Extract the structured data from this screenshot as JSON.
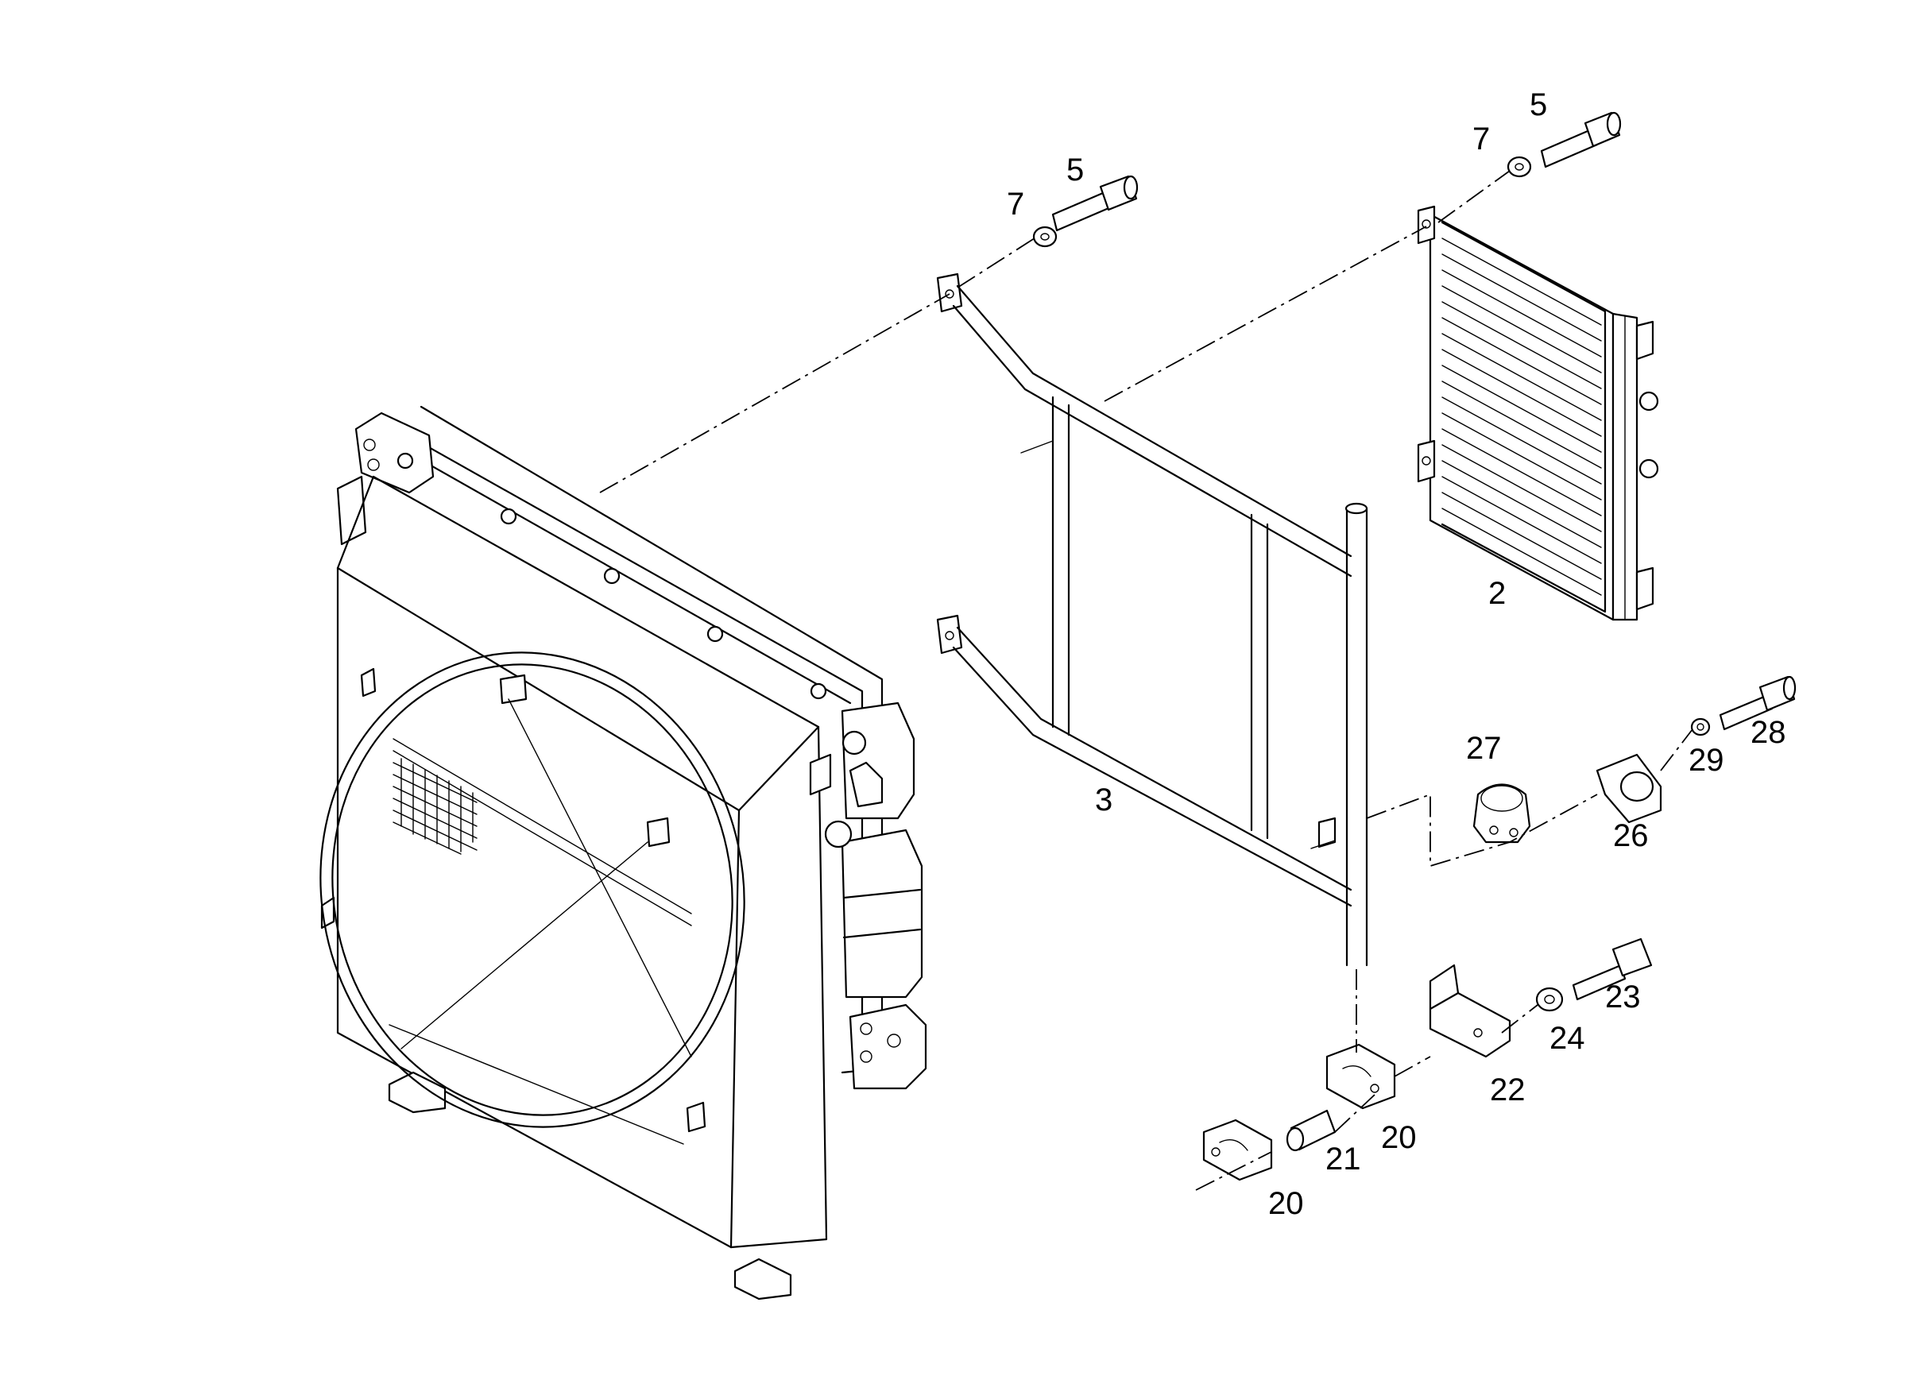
{
  "callouts": {
    "c5a": "5",
    "c7a": "7",
    "c5b": "5",
    "c7b": "7",
    "c2": "2",
    "c3": "3",
    "c27": "27",
    "c26": "26",
    "c29": "29",
    "c28": "28",
    "c23": "23",
    "c24": "24",
    "c22": "22",
    "c20a": "20",
    "c21": "21",
    "c20b": "20"
  },
  "colors": {
    "line": "#000000",
    "background": "#ffffff"
  }
}
